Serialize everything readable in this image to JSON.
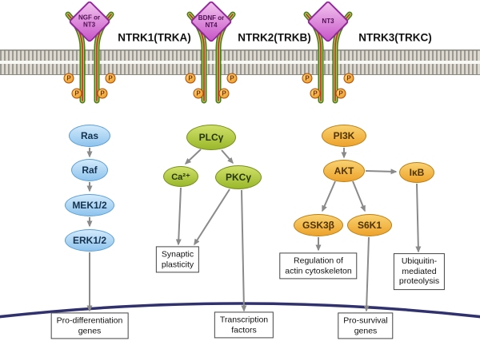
{
  "ligands": {
    "l1": "NGF or\nNT3",
    "l2": "BDNF or\nNT4",
    "l3": "NT3"
  },
  "receptors": {
    "r1": "NTRK1(TRKA)",
    "r2": "NTRK2(TRKB)",
    "r3": "NTRK3(TRKC)",
    "p_label": "P"
  },
  "nodes": {
    "ras": "Ras",
    "raf": "Raf",
    "mek": "MEK1/2",
    "erk": "ERK1/2",
    "plc": "PLCγ",
    "ca": "Ca²⁺",
    "pkc": "PKCγ",
    "pi3k": "PI3K",
    "akt": "AKT",
    "gsk": "GSK3β",
    "s6k": "S6K1",
    "ikb": "IκB"
  },
  "outcomes": {
    "prodiff": "Pro-differentiation\ngenes",
    "synaptic": "Synaptic\nplasticity",
    "transcription": "Transcription\nfactors",
    "actin": "Regulation of\nactin cytoskeleton",
    "ubiquitin": "Ubiquitin-\nmediated\nproteolysis",
    "prosurvival": "Pro-survival\ngenes"
  },
  "colors": {
    "ligand_purple": "#c855c8",
    "mapk_blue": "#8ec4ed",
    "plc_green": "#9ab82a",
    "pi3k_orange": "#eda32a",
    "membrane_gray": "#9a9a92",
    "receptor_green": "#4a7a1a",
    "receptor_red": "#c03030",
    "phospho_orange": "#e89018",
    "arrow_gray": "#8a8a8a",
    "nuclear_navy": "#31316e"
  }
}
